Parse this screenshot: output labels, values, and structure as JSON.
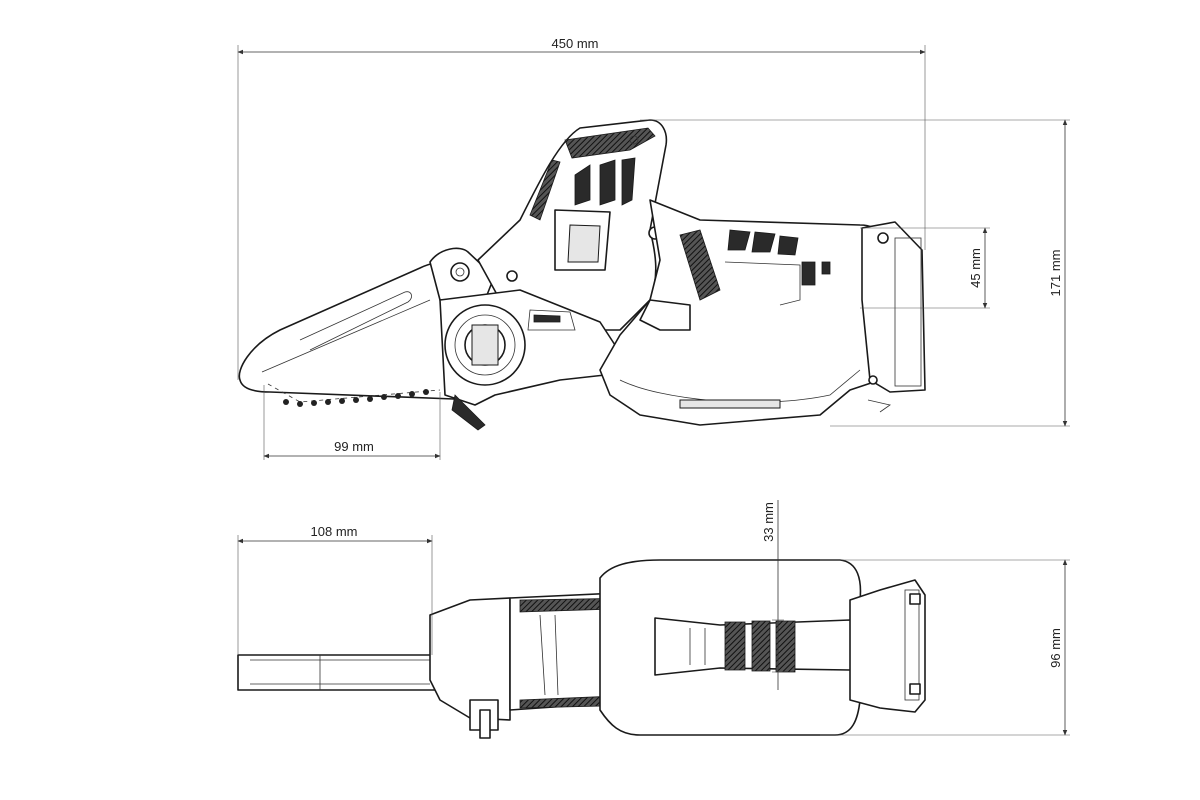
{
  "dimensions": {
    "overall_length": "450 mm",
    "overall_height": "171 mm",
    "handle_height": "45 mm",
    "bar_length": "99 mm",
    "bar_overhang": "108 mm",
    "handle_width": "33 mm",
    "overall_width": "96 mm"
  },
  "colors": {
    "line": "#1a1a1a",
    "dimension": "#333333",
    "background": "#ffffff"
  }
}
